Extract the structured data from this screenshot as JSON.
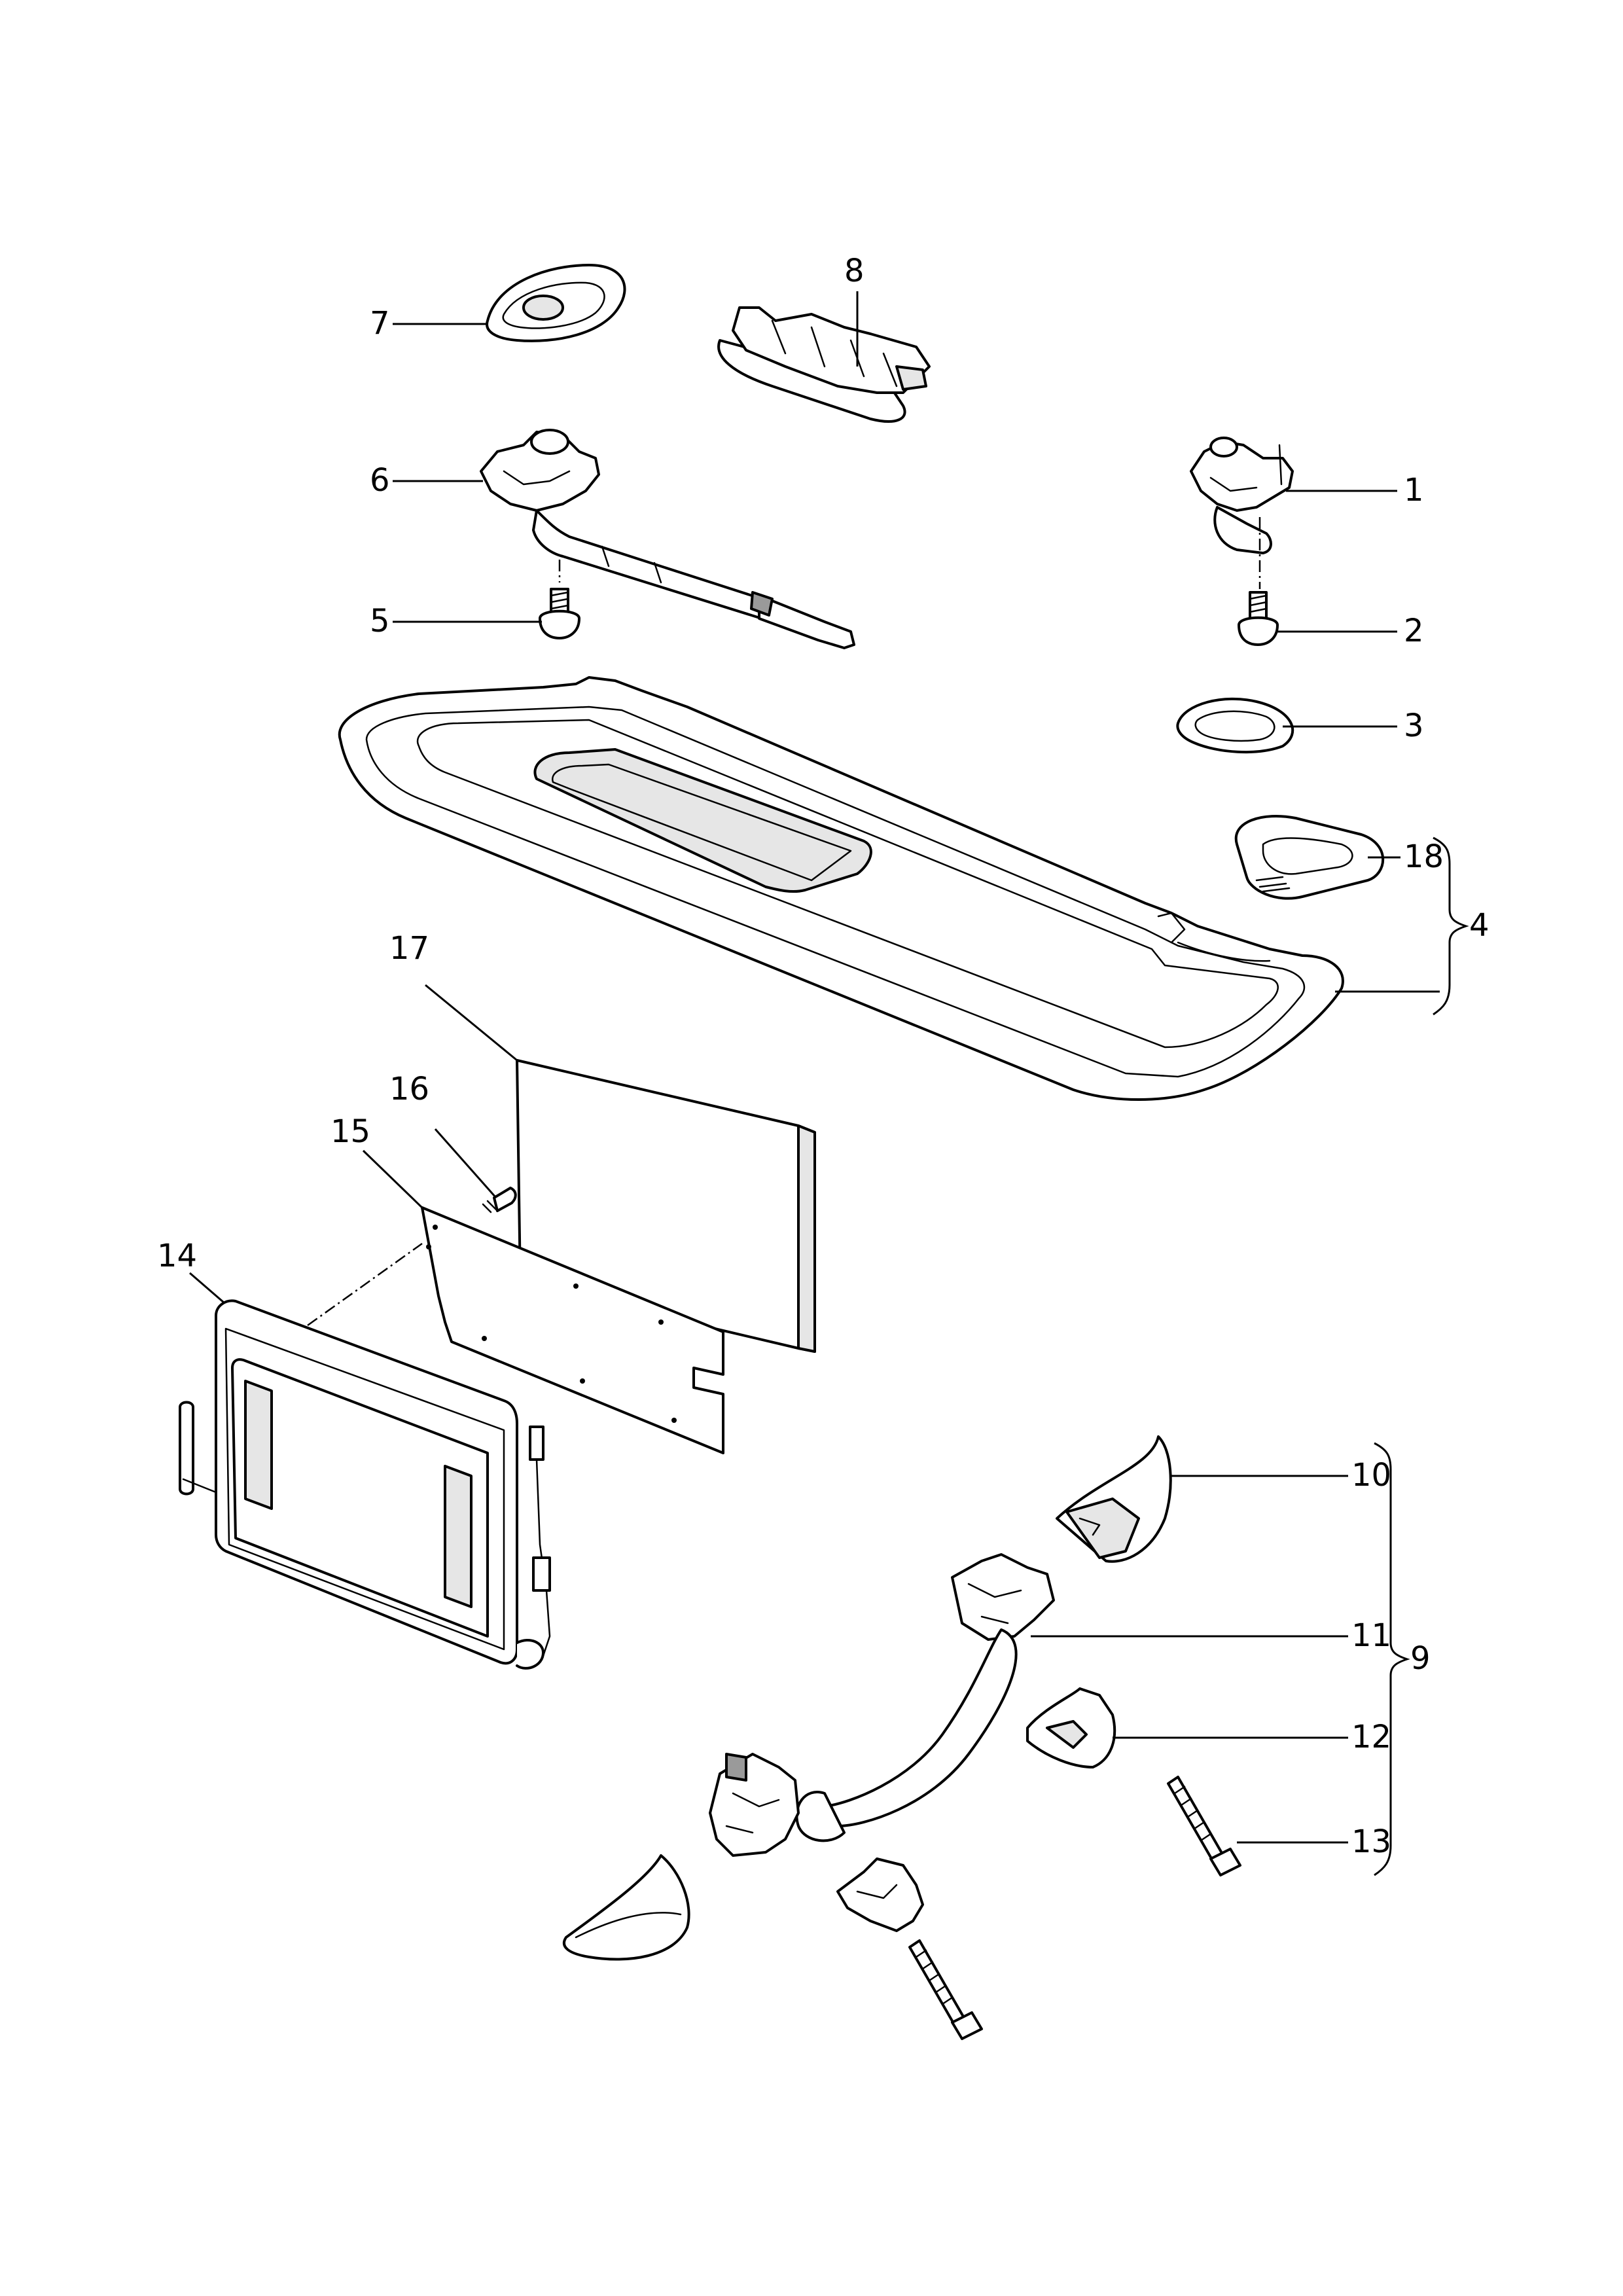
{
  "diagram": {
    "type": "exploded-parts-view",
    "callouts": [
      {
        "id": "1",
        "label": "1"
      },
      {
        "id": "2",
        "label": "2"
      },
      {
        "id": "3",
        "label": "3"
      },
      {
        "id": "4",
        "label": "4"
      },
      {
        "id": "5",
        "label": "5"
      },
      {
        "id": "6",
        "label": "6"
      },
      {
        "id": "7",
        "label": "7"
      },
      {
        "id": "8",
        "label": "8"
      },
      {
        "id": "9",
        "label": "9"
      },
      {
        "id": "10",
        "label": "10"
      },
      {
        "id": "11",
        "label": "11"
      },
      {
        "id": "12",
        "label": "12"
      },
      {
        "id": "13",
        "label": "13"
      },
      {
        "id": "14",
        "label": "14"
      },
      {
        "id": "15",
        "label": "15"
      },
      {
        "id": "16",
        "label": "16"
      },
      {
        "id": "17",
        "label": "17"
      },
      {
        "id": "18",
        "label": "18"
      }
    ]
  }
}
